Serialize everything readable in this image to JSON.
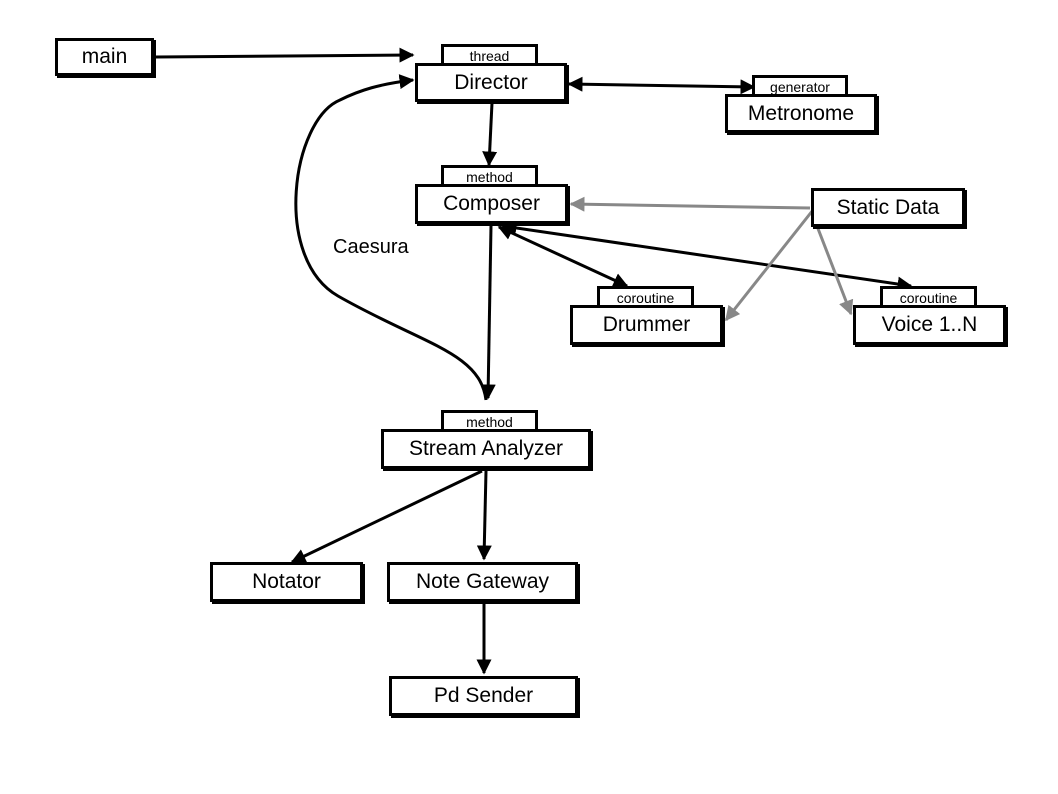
{
  "nodes": {
    "main": "main",
    "director": "Director",
    "metronome": "Metronome",
    "composer": "Composer",
    "static_data": "Static Data",
    "drummer": "Drummer",
    "voice": "Voice 1..N",
    "stream_analyzer": "Stream Analyzer",
    "notator": "Notator",
    "note_gateway": "Note Gateway",
    "pd_sender": "Pd Sender"
  },
  "tags": {
    "director": "thread",
    "metronome": "generator",
    "composer": "method",
    "drummer": "coroutine",
    "voice": "coroutine",
    "stream_analyzer": "method"
  },
  "edge_labels": {
    "caesura": "Caesura"
  },
  "colors": {
    "primary_edge": "#000000",
    "static_data_edge": "#888888"
  }
}
